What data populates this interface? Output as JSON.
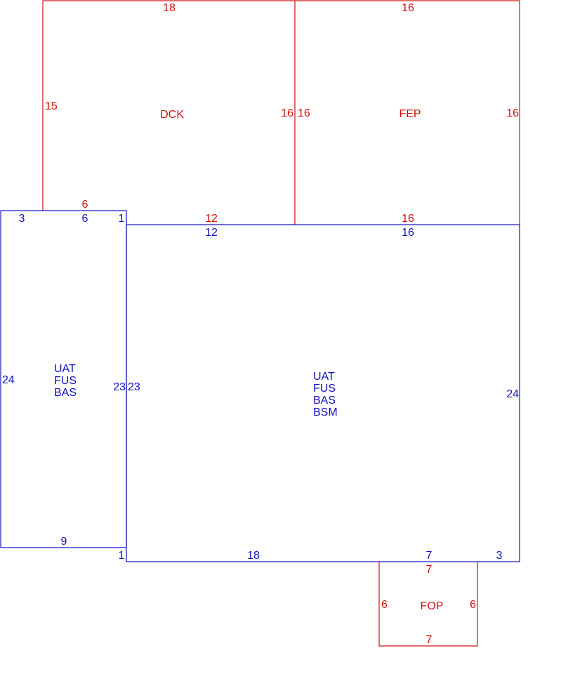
{
  "colors": {
    "upper": "#d01010",
    "lower": "#1010c0"
  },
  "areas": {
    "dck": {
      "label": "DCK",
      "dims": {
        "top": "18",
        "left": "15",
        "right": "16",
        "bottom_a": "6",
        "bottom_b": "12"
      }
    },
    "fep": {
      "label": "FEP",
      "dims": {
        "top": "16",
        "left": "16",
        "right": "16",
        "bottom": "16"
      }
    },
    "left_room": {
      "label_lines": [
        "UAT",
        "FUS",
        "BAS"
      ],
      "dims": {
        "top_a": "3",
        "top_b": "6",
        "top_c": "1",
        "left": "24",
        "right": "23",
        "bottom": "9",
        "bottom_corner": "1"
      }
    },
    "main_room": {
      "label_lines": [
        "UAT",
        "FUS",
        "BAS",
        "BSM"
      ],
      "dims": {
        "top_a": "12",
        "top_b": "16",
        "left": "23",
        "right": "24",
        "bottom_a": "18",
        "bottom_b": "7",
        "bottom_c": "3"
      }
    },
    "fop": {
      "label": "FOP",
      "dims": {
        "top": "7",
        "left": "6",
        "right": "6",
        "bottom": "7"
      }
    }
  }
}
